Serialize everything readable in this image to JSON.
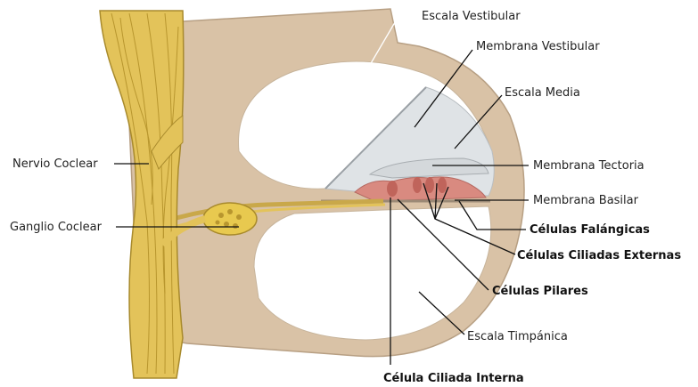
{
  "labels": {
    "escala_vestibular": "Escala Vestibular",
    "membrana_vestibular": "Membrana Vestibular",
    "escala_media": "Escala Media",
    "membrana_tectoria": "Membrana Tectoria",
    "membrana_basilar": "Membrana Basilar",
    "celulas_falangicas": "Células Falángicas",
    "celulas_ciliadas_externas": "Células Ciliadas Externas",
    "celulas_pilares": "Células Pilares",
    "escala_timpanica": "Escala Timpánica",
    "celula_ciliada_interna": "Célula Ciliada Interna",
    "nervio_coclear": "Nervio Coclear",
    "ganglio_coclear": "Ganglio Coclear"
  },
  "colors": {
    "bone": "#d9c2a6",
    "bone_edge": "#b79f83",
    "nerve": "#e3c35a",
    "nerve_dark": "#a88a2c",
    "membrane": "#cfd3d6",
    "organ_corti": "#d98a80"
  }
}
